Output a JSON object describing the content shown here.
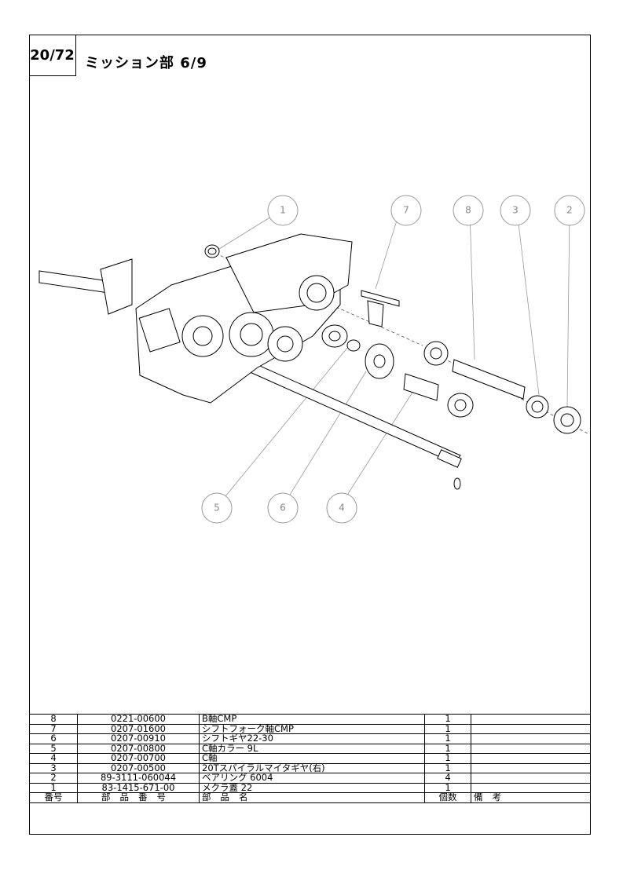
{
  "header": {
    "page_no": "20/72",
    "title": "ミッション部 6/9"
  },
  "callouts": [
    "1",
    "7",
    "8",
    "3",
    "2",
    "5",
    "6",
    "4"
  ],
  "table": {
    "headers": {
      "no": "番号",
      "code": "部品番号",
      "name": "部品名",
      "qty": "個数",
      "remarks": "備考"
    },
    "rows": [
      {
        "no": "8",
        "code": "0221-00600",
        "name": "B軸CMP",
        "qty": "1",
        "remarks": ""
      },
      {
        "no": "7",
        "code": "0207-01600",
        "name": "シフトフォーク軸CMP",
        "qty": "1",
        "remarks": ""
      },
      {
        "no": "6",
        "code": "0207-00910",
        "name": "シフトギヤ22-30",
        "qty": "1",
        "remarks": ""
      },
      {
        "no": "5",
        "code": "0207-00800",
        "name": "C軸カラー 9L",
        "qty": "1",
        "remarks": ""
      },
      {
        "no": "4",
        "code": "0207-00700",
        "name": "C軸",
        "qty": "1",
        "remarks": ""
      },
      {
        "no": "3",
        "code": "0207-00500",
        "name": "20Tスパイラルマイタギヤ(右)",
        "qty": "1",
        "remarks": ""
      },
      {
        "no": "2",
        "code": "89-3111-060044",
        "name": "ベアリング 6004",
        "qty": "4",
        "remarks": ""
      },
      {
        "no": "1",
        "code": "83-1415-671-00",
        "name": "メクラ蓋 22",
        "qty": "1",
        "remarks": ""
      }
    ]
  }
}
